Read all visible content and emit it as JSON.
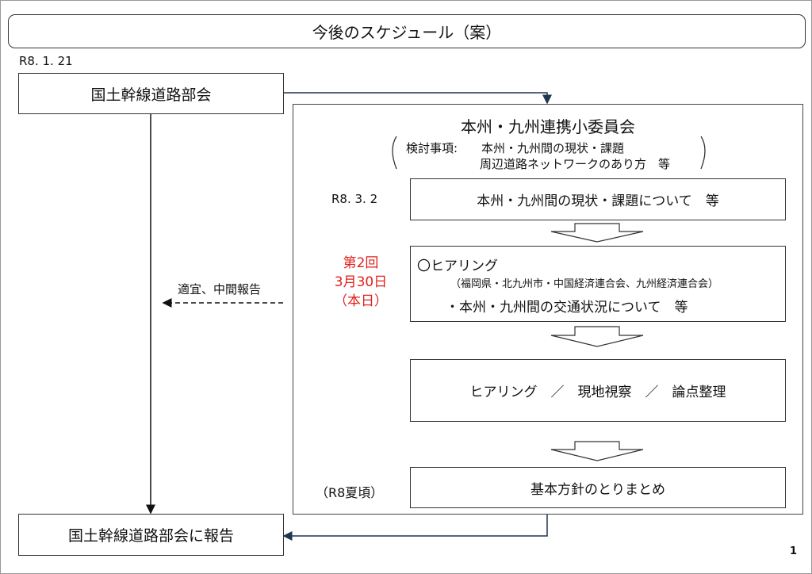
{
  "title": "今後のスケジュール（案）",
  "left": {
    "date": "R8. 1. 21",
    "top_box": "国土幹線道路部会",
    "interim_report": "適宜、中間報告",
    "bottom_box": "国土幹線道路部会に報告"
  },
  "committee": {
    "title": "本州・九州連携小委員会",
    "topics_label": "検討事項:",
    "topics_line1": "本州・九州間の現状・課題",
    "topics_line2": "周辺道路ネットワークのあり方　等",
    "steps": [
      {
        "date": "R8. 3. 2",
        "text": "本州・九州間の現状・課題について　等"
      },
      {
        "date_lines": [
          "第2回",
          "3月30日",
          "（本日）"
        ],
        "heading": "〇ヒアリング",
        "sub": "（福岡県・北九州市・中国経済連合会、九州経済連合会）",
        "text": "・本州・九州間の交通状況について　等"
      },
      {
        "text": "ヒアリング　／　現地視察　／　論点整理"
      },
      {
        "date": "（R8夏頃）",
        "text": "基本方針のとりまとめ"
      }
    ]
  },
  "page_number": "1",
  "colors": {
    "arrow": "#1f3550",
    "highlight": "#e0201b"
  }
}
